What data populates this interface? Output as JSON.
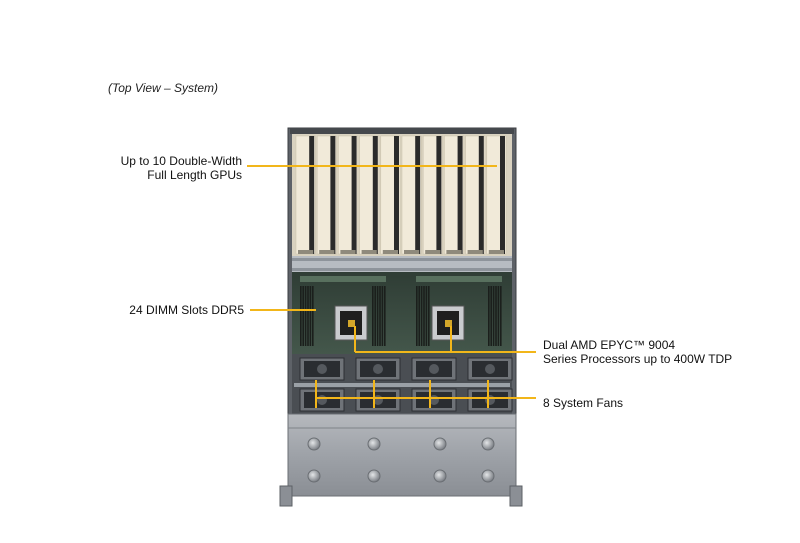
{
  "caption": "(Top View – System)",
  "callouts": {
    "gpus": {
      "line1": "Up to 10 Double-Width",
      "line2": "Full Length GPUs"
    },
    "dimm": {
      "line1": "24 DIMM Slots DDR5"
    },
    "cpu": {
      "line1": "Dual AMD EPYC™ 9004",
      "line2": "Series Processors up to 400W TDP"
    },
    "fans": {
      "line1": "8 System Fans"
    }
  },
  "colors": {
    "callout_line": "#f2b61a",
    "chassis_frame": "#6d7177",
    "gpu_card": "#f1ead9",
    "gpu_bracket": "#2a2a2a",
    "motherboard": "#3d4e43",
    "fan_tray": "#6f7378",
    "front_panel": "#9a9ea4"
  },
  "components": {
    "gpu_count": 10,
    "cpu_count": 2,
    "fan_count": 8
  }
}
